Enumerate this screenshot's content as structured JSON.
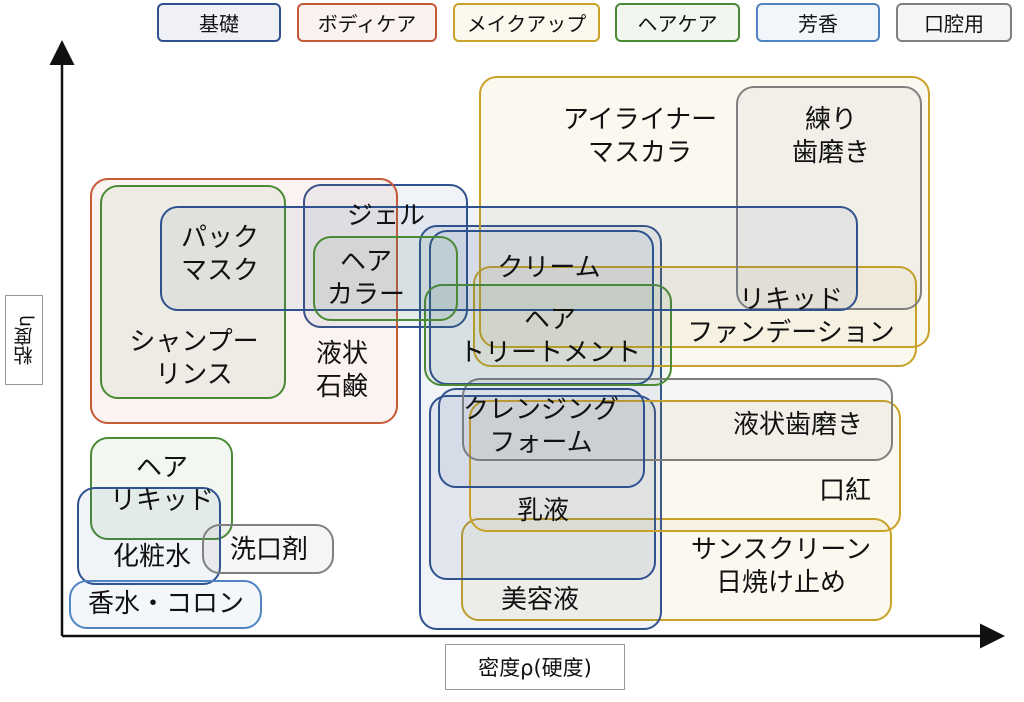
{
  "colors": {
    "basic": "#2f528f",
    "body": "#c55a36",
    "makeup": "#c9a227",
    "hair": "#4a8a35",
    "fragrance": "#4f86c1",
    "oral": "#808080"
  },
  "legend": [
    {
      "key": "basic",
      "label": "基礎"
    },
    {
      "key": "body",
      "label": "ボディケア"
    },
    {
      "key": "makeup",
      "label": "メイクアップ"
    },
    {
      "key": "hair",
      "label": "ヘアケア"
    },
    {
      "key": "fragrance",
      "label": "芳香"
    },
    {
      "key": "oral",
      "label": "口腔用"
    }
  ],
  "axes": {
    "x_title": "密度ρ(硬度)",
    "y_title": "粘度η"
  },
  "regions": [
    {
      "key": "sunscreen",
      "category": "makeup",
      "lines": [
        "サンスクリーン",
        "日焼け止め"
      ]
    },
    {
      "key": "serum",
      "category": "basic",
      "lines": [
        "美容液"
      ]
    },
    {
      "key": "milky-lotion",
      "category": "basic",
      "lines": [
        "乳液"
      ]
    },
    {
      "key": "lipstick",
      "category": "makeup",
      "lines": [
        "口紅"
      ]
    },
    {
      "key": "liquid-toothpaste",
      "category": "oral",
      "lines": [
        "液状歯磨き"
      ]
    },
    {
      "key": "cleansing-foam",
      "category": "basic",
      "lines": [
        "クレンジング",
        "フォーム"
      ]
    },
    {
      "key": "liquid-foundation",
      "category": "makeup",
      "lines": [
        "リキッド",
        "ファンデーション"
      ]
    },
    {
      "key": "eyeliner-mascara",
      "category": "makeup",
      "lines": [
        "アイライナー",
        "マスカラ"
      ]
    },
    {
      "key": "toothpaste",
      "category": "oral",
      "lines": [
        "練り",
        "歯磨き"
      ]
    },
    {
      "key": "gel",
      "category": "basic",
      "lines": [
        "ジェル"
      ]
    },
    {
      "key": "cream",
      "category": "basic",
      "lines": [
        "クリーム"
      ]
    },
    {
      "key": "hair-treatment",
      "category": "hair",
      "lines": [
        "ヘア",
        "トリートメント"
      ]
    },
    {
      "key": "liquid-soap",
      "category": "body",
      "lines": [
        "液状",
        "石鹸"
      ]
    },
    {
      "key": "shampoo-rinse",
      "category": "hair",
      "lines": [
        "シャンプー",
        "リンス"
      ]
    },
    {
      "key": "pack-mask",
      "category": "basic",
      "lines": [
        "パック",
        "マスク"
      ]
    },
    {
      "key": "hair-color",
      "category": "hair",
      "lines": [
        "ヘア",
        "カラー"
      ]
    },
    {
      "key": "hair-liquid",
      "category": "hair",
      "lines": [
        "ヘア",
        "リキッド"
      ]
    },
    {
      "key": "lotion",
      "category": "basic",
      "lines": [
        "化粧水"
      ]
    },
    {
      "key": "mouthwash",
      "category": "oral",
      "lines": [
        "洗口剤"
      ]
    },
    {
      "key": "perfume-cologne",
      "category": "fragrance",
      "lines": [
        "香水・コロン"
      ]
    }
  ]
}
